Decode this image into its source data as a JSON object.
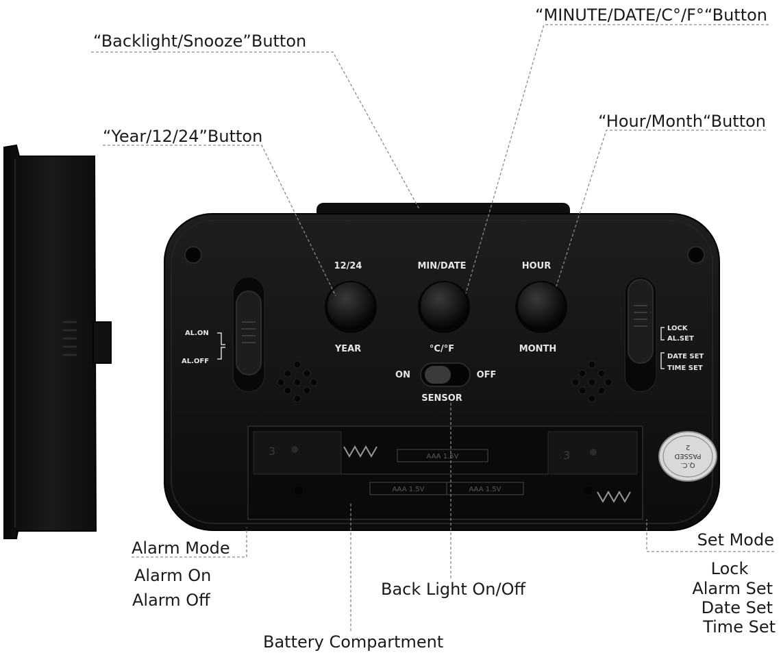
{
  "callouts": {
    "backlight_snooze": "“Backlight/Snooze”Button",
    "minute_date": "“MINUTE/DATE/C°/F°“Button",
    "year_1224": "“Year/12/24”Button",
    "hour_month": "“Hour/Month“Button",
    "alarm_mode": "Alarm Mode",
    "alarm_on": "Alarm On",
    "alarm_off": "Alarm Off",
    "back_light": "Back Light On/Off",
    "battery": "Battery Compartment",
    "set_mode": "Set Mode",
    "lock": "Lock",
    "alarm_set": "Alarm Set",
    "date_set": "Date Set",
    "time_set": "Time Set"
  },
  "device_labels": {
    "btn1_top": "12/24",
    "btn1_bottom": "YEAR",
    "btn2_top": "MIN/DATE",
    "btn2_bottom": "°C/°F",
    "btn3_top": "HOUR",
    "btn3_bottom": "MONTH",
    "al_on": "AL.ON",
    "al_off": "AL.OFF",
    "lock": "LOCK",
    "al_set": "AL.SET",
    "date_set": "DATE SET",
    "time_set": "TIME SET",
    "on": "ON",
    "off": "OFF",
    "sensor": "SENSOR",
    "battery_label_top": "AAA 1.5V",
    "battery_label_bottom_1": "AAA 1.5V",
    "battery_label_bottom_2": "AAA 1.5V",
    "qc_line1": "Q.C.",
    "qc_line2": "PASSED",
    "qc_line3": "2"
  },
  "colors": {
    "device_body": "#121212",
    "leader_line": "#8a8a8a",
    "device_text": "#e6e6e6"
  }
}
